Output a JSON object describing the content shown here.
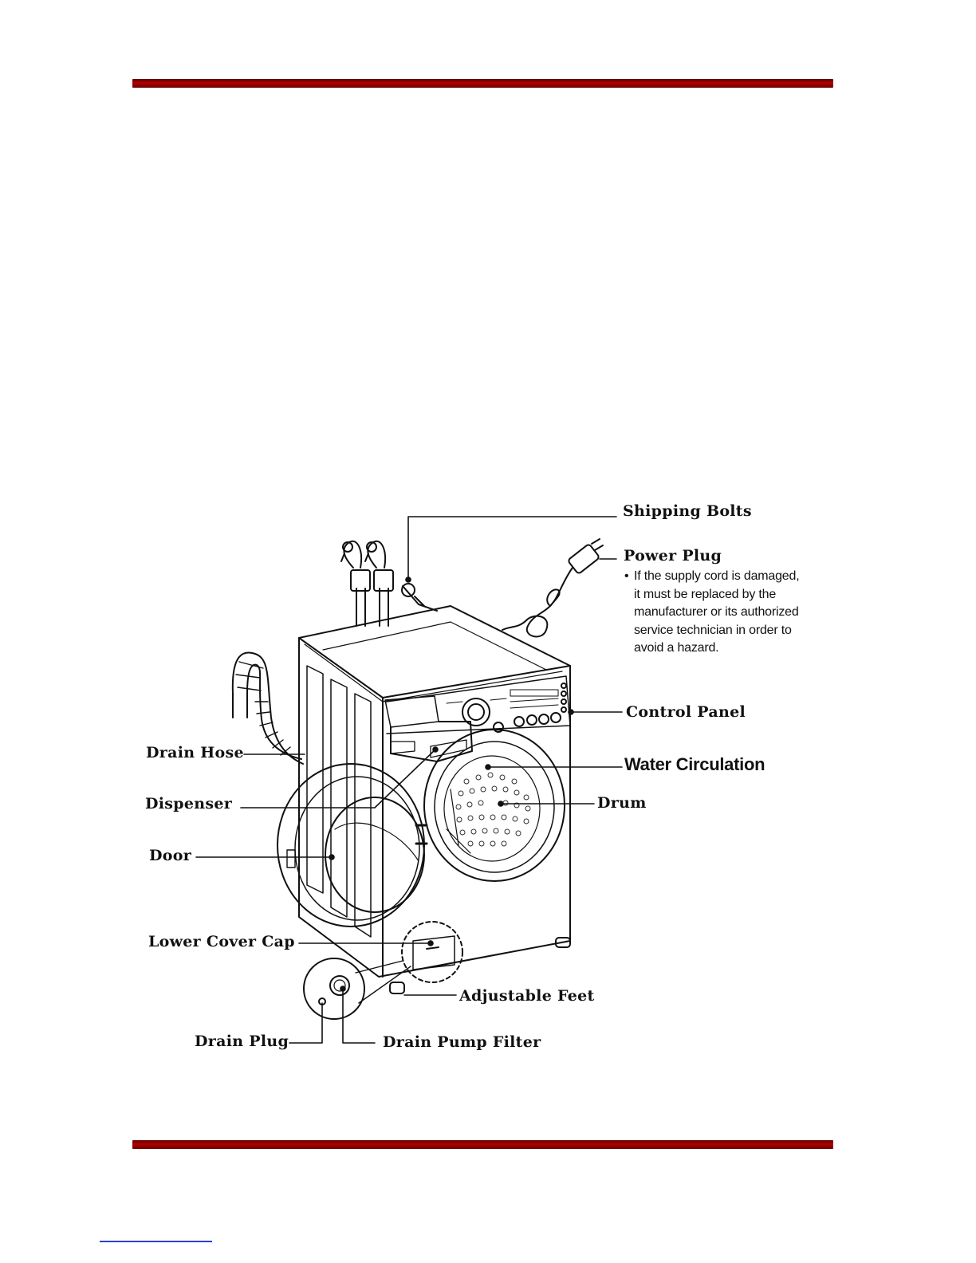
{
  "labels": {
    "shipping_bolts": "Shipping Bolts",
    "power_plug": "Power Plug",
    "power_plug_note": "If the supply cord is damaged,\nit must be replaced by the\nmanufacturer or its authorized\nservice technician in order to\navoid a hazard.",
    "control_panel": "Control Panel",
    "water_circulation": "Water Circulation",
    "drum": "Drum",
    "drain_hose": "Drain Hose",
    "dispenser": "Dispenser",
    "door": "Door",
    "lower_cover_cap": "Lower Cover Cap",
    "adjustable_feet": "Adjustable Feet",
    "drain_plug": "Drain Plug",
    "drain_pump_filter": "Drain Pump Filter"
  },
  "colors": {
    "rule": "#a00000",
    "footer_link_line": "#2b3fd8",
    "ink": "#111111"
  },
  "icons": {
    "note_bullet": "bullet-icon"
  }
}
